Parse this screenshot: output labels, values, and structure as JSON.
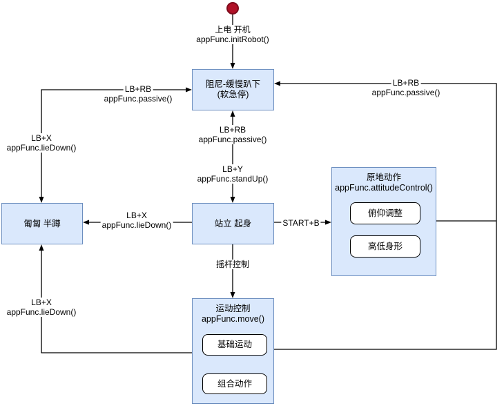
{
  "diagram": {
    "colors": {
      "node_fill": "#dae8fc",
      "node_border": "#6c8ebf",
      "inner_fill": "#ffffff",
      "inner_border": "#000000",
      "start_fill": "#b01127",
      "start_border": "#7d0b1c",
      "line": "#000000"
    },
    "nodes": {
      "damping": {
        "line1": "阻尼-缓慢趴下",
        "line2": "(软急停)"
      },
      "crouch": {
        "label": "匍匐 半蹲"
      },
      "stand": {
        "label": "站立 起身"
      },
      "attitude": {
        "title": "原地动作",
        "subtitle": "appFunc.attitudeControl()",
        "children": [
          {
            "label": "俯仰调整"
          },
          {
            "label": "高低身形"
          }
        ]
      },
      "move": {
        "title": "运动控制",
        "subtitle": "appFunc.move()",
        "children": [
          {
            "label": "基础运动"
          },
          {
            "label": "组合动作"
          }
        ]
      }
    },
    "edge_labels": {
      "power_on": {
        "line1": "上电 开机",
        "line2": "appFunc.initRobot()"
      },
      "passive_left": {
        "line1": "LB+RB",
        "line2": "appFunc.passive()"
      },
      "passive_right": {
        "line1": "LB+RB",
        "line2": "appFunc.passive()"
      },
      "passive_mid": {
        "line1": "LB+RB",
        "line2": "appFunc.passive()"
      },
      "standup": {
        "line1": "LB+Y",
        "line2": "appFunc.standUp()"
      },
      "liedown_mid": {
        "line1": "LB+X",
        "line2": "appFunc.lieDown()"
      },
      "liedown_upper": {
        "line1": "LB+X",
        "line2": "appFunc.lieDown()"
      },
      "liedown_lower": {
        "line1": "LB+X",
        "line2": "appFunc.lieDown()"
      },
      "start_b": {
        "line1": "START+B"
      },
      "joystick": {
        "line1": "摇杆控制"
      }
    }
  }
}
